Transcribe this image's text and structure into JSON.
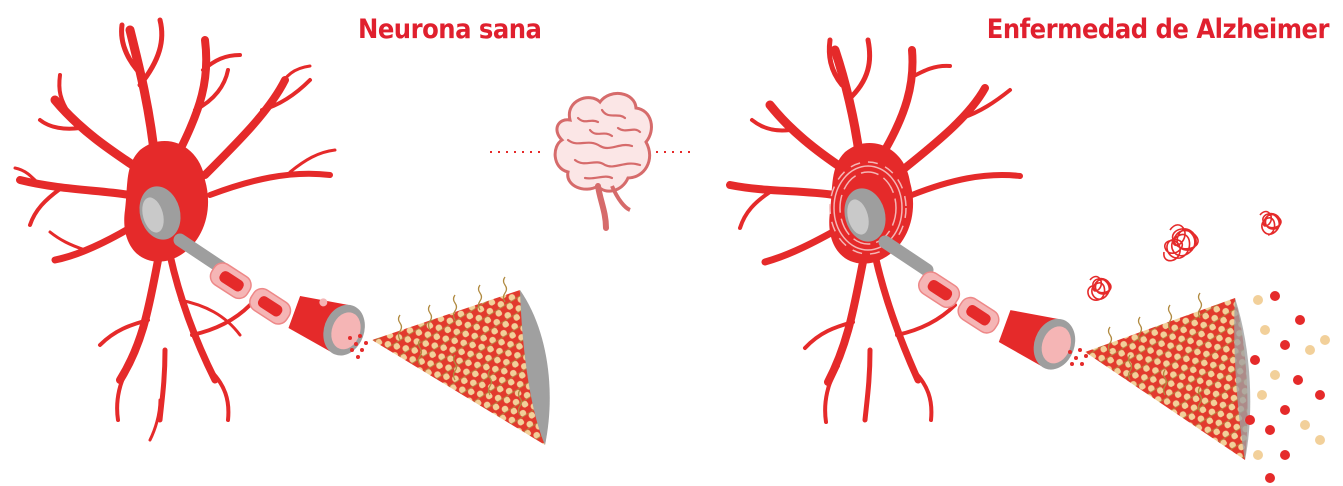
{
  "titles": {
    "healthy": "Neurona sana",
    "alzheimer": "Enfermedad de Alzheimer"
  },
  "colors": {
    "title": "#e0202e",
    "neuron": "#e52a2a",
    "neuron_dark": "#c41820",
    "nucleus": "#9e9e9e",
    "pink": "#f5b5b5",
    "bead": "#f2d09a",
    "gold": "#b08a40",
    "brain_outline": "#d66b6b",
    "brain_fill": "#fbe6e6"
  },
  "icons": {
    "brain": "brain-icon",
    "neuron_healthy": "healthy-neuron",
    "neuron_alzheimer": "alzheimer-neuron",
    "plaque": "amyloid-plaque"
  }
}
